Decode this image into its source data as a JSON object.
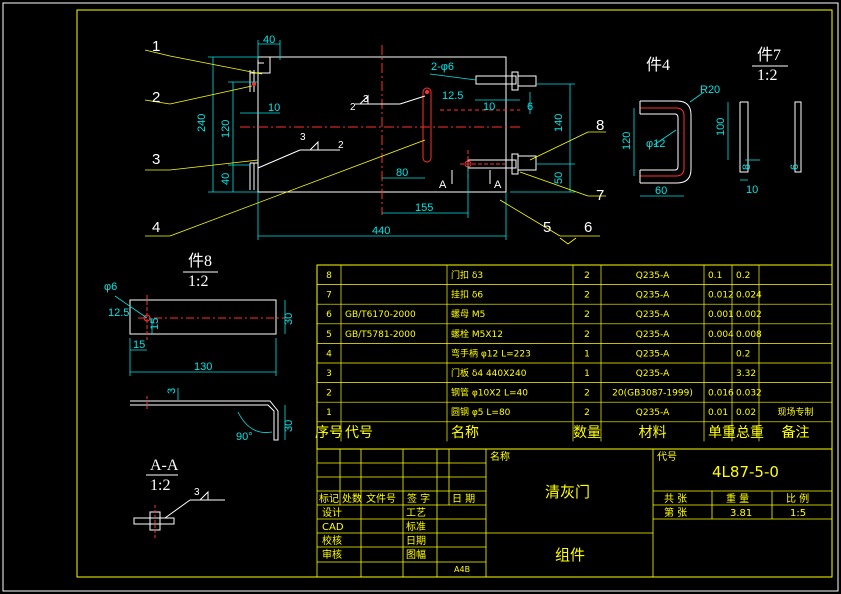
{
  "labels": {
    "callouts": [
      "1",
      "2",
      "3",
      "4",
      "5",
      "6",
      "7",
      "8"
    ],
    "part4": "件4",
    "part7": "件7",
    "part7_scale": "1:2",
    "part8": "件8",
    "part8_scale": "1:2",
    "section": "A-A",
    "section_scale": "1:2",
    "arrow_a": "A"
  },
  "dims": {
    "d40_top": "40",
    "d2phi6": "2-φ6",
    "d125": "12.5",
    "d10a": "10",
    "d6a": "6",
    "d240": "240",
    "d120": "120",
    "d40": "40",
    "d10": "10",
    "d140": "140",
    "d50": "50",
    "d80": "80",
    "d155": "155",
    "d440": "440",
    "weld3a": "3",
    "weld2a": "2",
    "weld3b": "3",
    "weld2b": "2",
    "r20": "R20",
    "phi12": "φ12",
    "d120b": "120",
    "d60": "60",
    "d100": "100",
    "d6b": "6",
    "d10b": "10",
    "d8": "8",
    "phi6b": "φ6",
    "d125b": "12.5",
    "d15a": "15",
    "d15b": "15",
    "d130": "130",
    "d30a": "30",
    "d3": "3",
    "d90": "90°",
    "d30b": "30",
    "weld3c": "3"
  },
  "bom": {
    "rows": [
      {
        "no": "8",
        "code": "",
        "name": "门扣 δ3",
        "qty": "2",
        "mat": "Q235-A",
        "uw": "0.1",
        "tw": "0.2",
        "note": ""
      },
      {
        "no": "7",
        "code": "",
        "name": "挂扣 δ6",
        "qty": "2",
        "mat": "Q235-A",
        "uw": "0.012",
        "tw": "0.024",
        "note": ""
      },
      {
        "no": "6",
        "code": "GB/T6170-2000",
        "name": "螺母 M5",
        "qty": "2",
        "mat": "Q235-A",
        "uw": "0.001",
        "tw": "0.002",
        "note": ""
      },
      {
        "no": "5",
        "code": "GB/T5781-2000",
        "name": "螺栓 M5X12",
        "qty": "2",
        "mat": "Q235-A",
        "uw": "0.004",
        "tw": "0.008",
        "note": ""
      },
      {
        "no": "4",
        "code": "",
        "name": "弯手柄 φ12 L=223",
        "qty": "1",
        "mat": "Q235-A",
        "uw": "",
        "tw": "0.2",
        "note": ""
      },
      {
        "no": "3",
        "code": "",
        "name": "门板 δ4 440X240",
        "qty": "1",
        "mat": "Q235-A",
        "uw": "",
        "tw": "3.32",
        "note": ""
      },
      {
        "no": "2",
        "code": "",
        "name": "钢管 φ10X2 L=40",
        "qty": "2",
        "mat": "20(GB3087-1999)",
        "uw": "0.016",
        "tw": "0.032",
        "note": ""
      },
      {
        "no": "1",
        "code": "",
        "name": "圆钢 φ5 L=80",
        "qty": "2",
        "mat": "Q235-A",
        "uw": "0.01",
        "tw": "0.02",
        "note": "现场专制"
      }
    ],
    "header": {
      "no": "序号",
      "code": "代号",
      "name": "名称",
      "qty": "数量",
      "mat": "材料",
      "uw": "单重",
      "tw": "总重",
      "note": "备注"
    }
  },
  "title_block": {
    "name_label": "名称",
    "name": "清灰门",
    "code_label": "代号",
    "code": "4L87-5-0",
    "type": "组件",
    "sheets_total": "共 张",
    "weight_label": "重 量",
    "scale_label": "比 例",
    "sheet_no": "第 张",
    "weight": "3.81",
    "scale": "1:5",
    "rev_headers": [
      "标记",
      "处数",
      "文件号",
      "签 字",
      "日 期"
    ],
    "sign_left": [
      "设计",
      "CAD",
      "校核",
      "审核"
    ],
    "sign_right": [
      "工艺",
      "标准",
      "日期",
      "图幅"
    ],
    "paper": "A4B"
  },
  "colors": {
    "background": "#000000",
    "frame": "#ffff00",
    "part": "#ffffff",
    "dimension": "#00e5e5",
    "center": "#ff3030",
    "hidden": "#ff3030",
    "leader": "#ffff00"
  }
}
